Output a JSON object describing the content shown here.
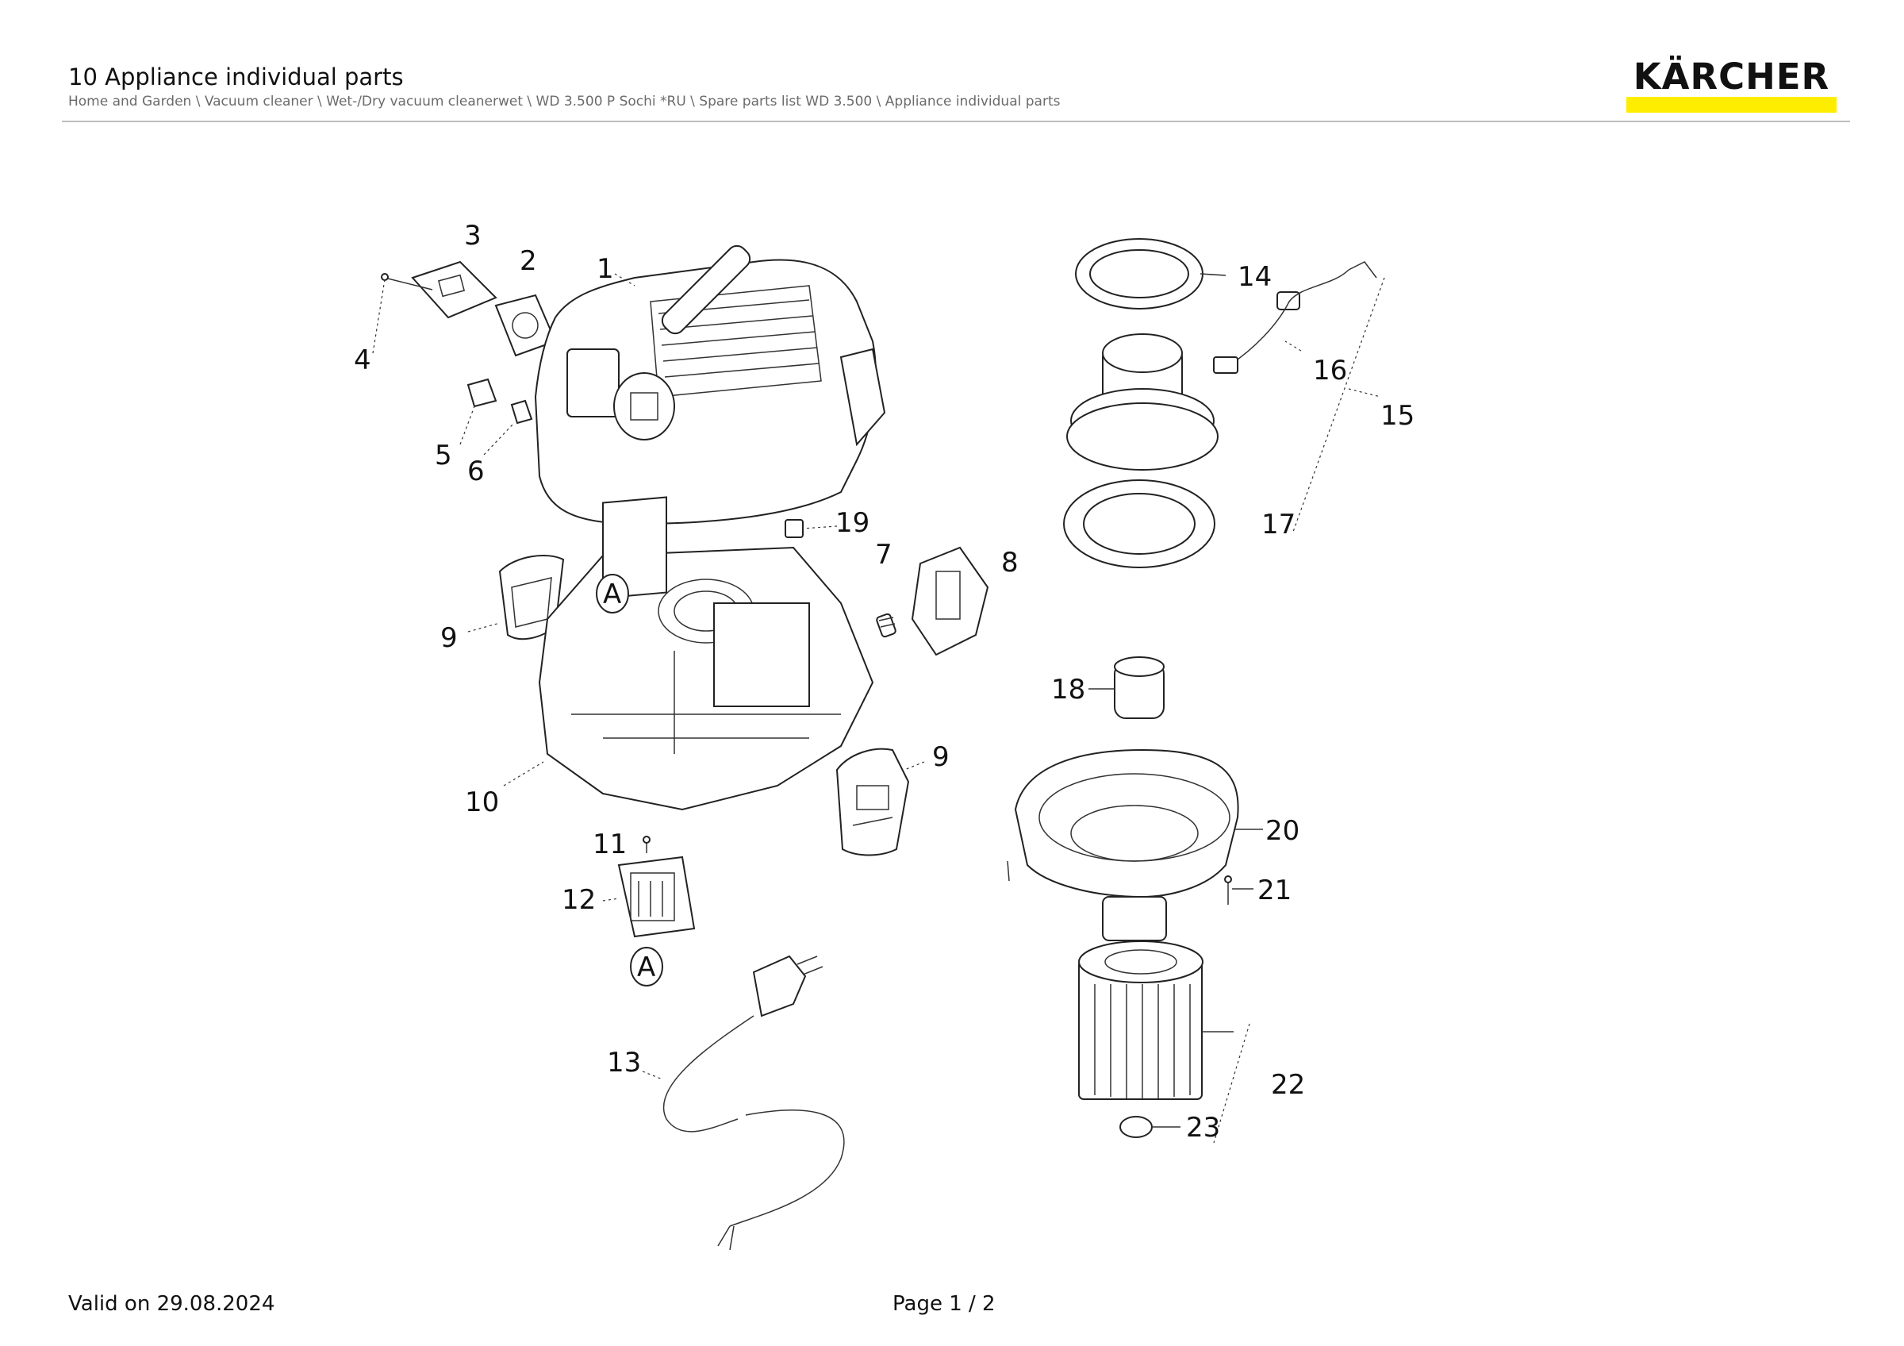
{
  "header": {
    "title": "10 Appliance individual parts",
    "breadcrumb": "Home and Garden \\ Vacuum cleaner \\ Wet-/Dry vacuum cleanerwet \\ WD 3.500 P Sochi *RU \\ Spare parts list WD 3.500 \\ Appliance individual parts"
  },
  "logo": {
    "text": "KÄRCHER",
    "bar_color": "#ffed00"
  },
  "diagram": {
    "callouts": {
      "c1": "1",
      "c2": "2",
      "c3": "3",
      "c4": "4",
      "c5": "5",
      "c6": "6",
      "c7": "7",
      "c8": "8",
      "c9a": "9",
      "c9b": "9",
      "c10": "10",
      "c11": "11",
      "c12": "12",
      "c13": "13",
      "c14": "14",
      "c15": "15",
      "c16": "16",
      "c17": "17",
      "c18": "18",
      "c19": "19",
      "c20": "20",
      "c21": "21",
      "c22": "22",
      "c23": "23"
    },
    "markers": {
      "a1": "A",
      "a2": "A"
    }
  },
  "footer": {
    "valid": "Valid on 29.08.2024",
    "page": "Page 1 / 2"
  }
}
